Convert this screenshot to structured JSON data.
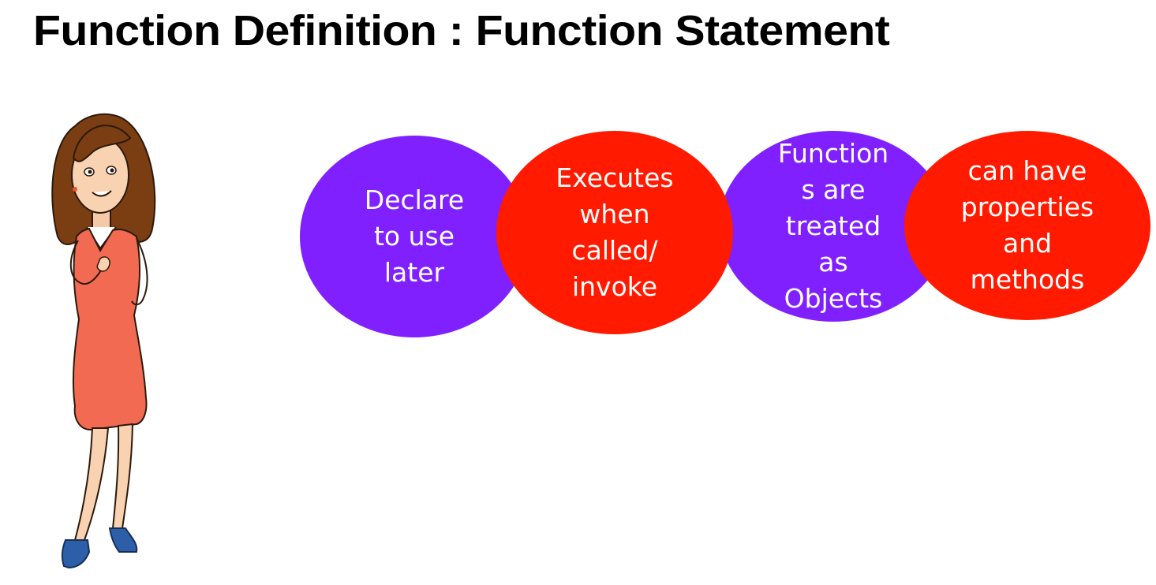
{
  "slide": {
    "title": "Function Definition : Function Statement"
  },
  "colors": {
    "purple": "#8020FF",
    "red": "#FF1A00",
    "dress": "#F36A52",
    "hair": "#7A3E12"
  },
  "bubbles": [
    {
      "text": "Declare\nto use\nlater",
      "color": "#8020FF"
    },
    {
      "text": "Executes\nwhen\ncalled/\ninvoke",
      "color": "#FF1A00"
    },
    {
      "text": "Function\ns are\ntreated\nas\nObjects",
      "color": "#8020FF"
    },
    {
      "text": "can have\nproperties\nand\nmethods",
      "color": "#FF1A00"
    }
  ]
}
